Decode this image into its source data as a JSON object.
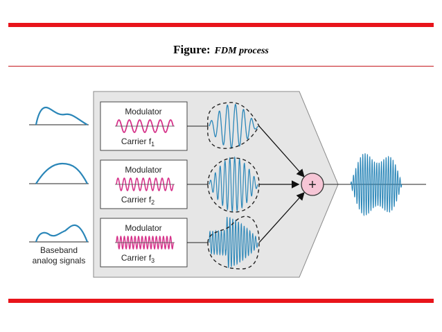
{
  "caption": {
    "label": "Figure:",
    "title": "FDM process"
  },
  "modulators": [
    {
      "title": "Modulator",
      "carrier": "Carrier f",
      "subscript": "1"
    },
    {
      "title": "Modulator",
      "carrier": "Carrier f",
      "subscript": "2"
    },
    {
      "title": "Modulator",
      "carrier": "Carrier f",
      "subscript": "3"
    }
  ],
  "baseband_label": {
    "line1": "Baseband",
    "line2": "analog signals"
  },
  "adder_symbol": "+",
  "colors": {
    "rule": "#e8141b",
    "carrier": "#d6338a",
    "signal": "#2a86b8",
    "panel": "#e6e6e6",
    "adder": "#f6c6d6"
  }
}
